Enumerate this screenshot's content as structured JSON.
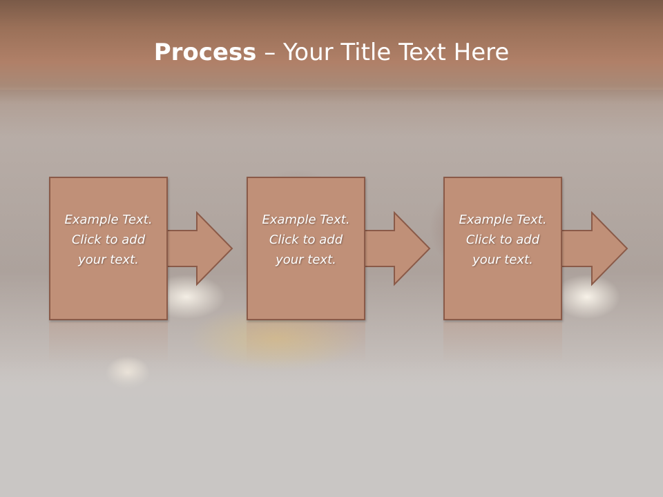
{
  "title": {
    "bold": "Process",
    "rest": " – Your Title Text Here"
  },
  "steps": [
    {
      "line1": "Example Text.",
      "line2": "Click  to add",
      "line3": "your text."
    },
    {
      "line1": "Example Text.",
      "line2": "Click  to add",
      "line3": "your text."
    },
    {
      "line1": "Example Text.",
      "line2": "Click  to add",
      "line3": "your text."
    }
  ],
  "colors": {
    "box_fill": "#c09078",
    "box_border": "#8a5a48",
    "title_bar": "#9a7058"
  }
}
